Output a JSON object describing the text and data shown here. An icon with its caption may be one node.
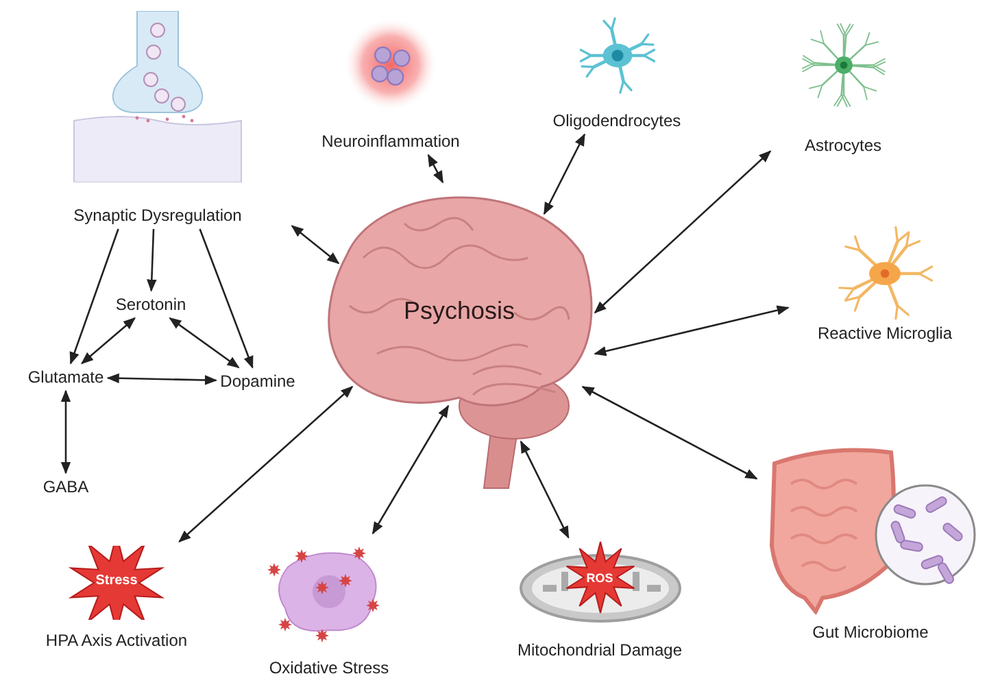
{
  "diagram": {
    "nodes": [
      {
        "text": [
          "Psychosis"
        ]
      },
      {
        "text": [
          "Synaptic Dysregulation"
        ]
      },
      {
        "text": [
          "Neuroinflammation"
        ]
      },
      {
        "text": [
          "Oligodendrocytes"
        ]
      },
      {
        "text": [
          "Astrocytes"
        ]
      },
      {
        "text": [
          "Reactive Microglia"
        ]
      },
      {
        "text": [
          "Gut Microbiome"
        ]
      },
      {
        "text": [
          "ROS",
          "Mitochondrial Damage"
        ]
      },
      {
        "text": [
          "Oxidative Stress"
        ]
      },
      {
        "text": [
          "Stress",
          "HPA Axis Activation"
        ]
      },
      {
        "text": [
          "Serotonin"
        ]
      },
      {
        "text": [
          "Glutamate"
        ]
      },
      {
        "text": [
          "Dopamine"
        ]
      },
      {
        "text": [
          "GABA"
        ]
      }
    ],
    "edges": [
      {
        "from": 1,
        "to": 0,
        "arrow": "both"
      },
      {
        "from": 2,
        "to": 0,
        "arrow": "both"
      },
      {
        "from": 3,
        "to": 0,
        "arrow": "both"
      },
      {
        "from": 4,
        "to": 0,
        "arrow": "both"
      },
      {
        "from": 5,
        "to": 0,
        "arrow": "both"
      },
      {
        "from": 6,
        "to": 0,
        "arrow": "both"
      },
      {
        "from": 7,
        "to": 0,
        "arrow": "both"
      },
      {
        "from": 8,
        "to": 0,
        "arrow": "both"
      },
      {
        "from": 9,
        "to": 0,
        "arrow": "both"
      },
      {
        "from": 1,
        "to": 11,
        "arrow": "to"
      },
      {
        "from": 1,
        "to": 10,
        "arrow": "to"
      },
      {
        "from": 1,
        "to": 12,
        "arrow": "to"
      },
      {
        "from": 11,
        "to": 10,
        "arrow": "both"
      },
      {
        "from": 10,
        "to": 12,
        "arrow": "both"
      },
      {
        "from": 11,
        "to": 12,
        "arrow": "both"
      },
      {
        "from": 11,
        "to": 13,
        "arrow": "both"
      }
    ]
  }
}
